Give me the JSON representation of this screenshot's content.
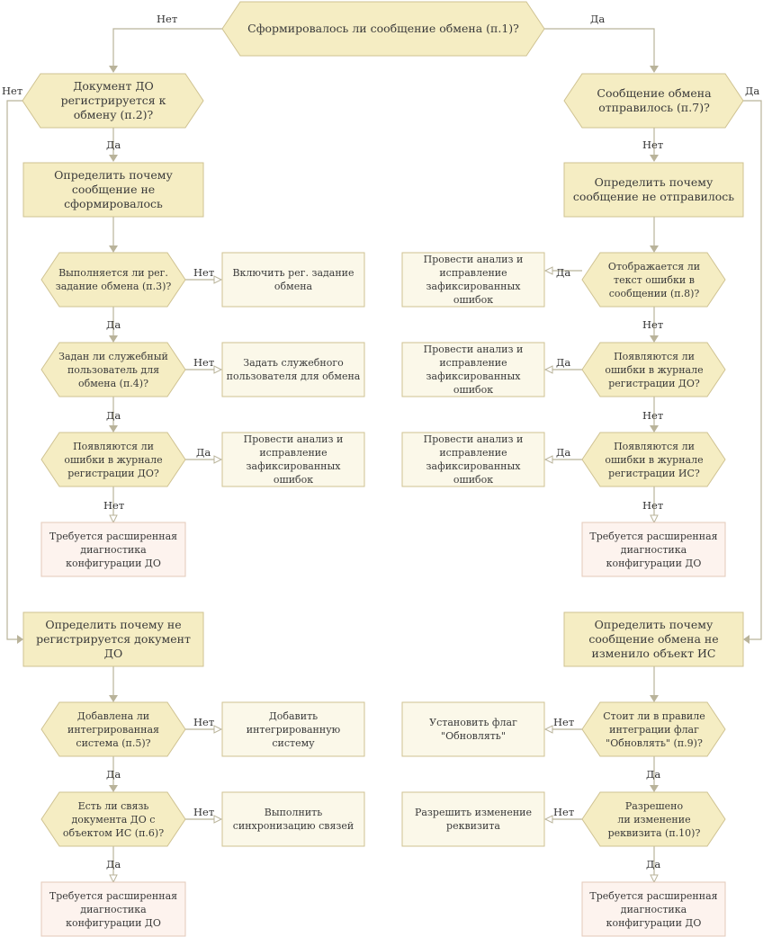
{
  "nodes": {
    "q1": "Сформировалось ли сообщение обмена (п.1)?",
    "q2": "Документ ДО\nрегистрируется к\nобмену (п.2)?",
    "q7": "Сообщение обмена\nотправилось (п.7)?",
    "p_not_formed": "Определить почему\nсообщение не сформировалось",
    "p_not_sent": "Определить почему\nсообщение не отправилось",
    "q3": "Выполняется ли рег.\nзадание обмена (п.3)?",
    "a_enable_task": "Включить рег. задание\nобмена",
    "q4": "Задан ли служебный\nпользователь для\nобмена (п.4)?",
    "a_set_user": "Задать служебного\nпользователя для обмена",
    "q_left_errors_do": "Появляются ли\nошибки в журнале\nрегистрации ДО?",
    "a_left_analyze": "Провести анализ и\nисправление\nзафиксированных ошибок",
    "d_left_1": "Требуется расширенная\nдиагностика\nконфигурации ДО",
    "q8": "Отображается ли\nтекст ошибки в\nсообщении (п.8)?",
    "a_r1_analyze": "Провести анализ и\nисправление\nзафиксированных ошибок",
    "q_right_errors_do": "Появляются ли\nошибки в журнале\nрегистрации ДО?",
    "a_r2_analyze": "Провести анализ и\nисправление\nзафиксированных ошибок",
    "q_right_errors_is": "Появляются ли\nошибки в журнале\nрегистрации ИС?",
    "a_r3_analyze": "Провести анализ и\nисправление\nзафиксированных ошибок",
    "d_right_1": "Требуется расширенная\nдиагностика\nконфигурации ДО",
    "p_not_registered": "Определить почему не\nрегистрируется документ ДО",
    "p_not_changed": "Определить почему\nсообщение обмена не\nизменило объект ИС",
    "q5": "Добавлена ли\nинтегрированная\nсистема (п.5)?",
    "a_add_system": "Добавить\nинтегрированную\nсистему",
    "q6": "Есть ли связь\nдокумента ДО с\nобъектом ИС (п.6)?",
    "a_sync": "Выполнить\nсинхронизацию связей",
    "d_left_2": "Требуется расширенная\nдиагностика\nконфигурации ДО",
    "q9": "Стоит ли в правиле\nинтеграции флаг\n\"Обновлять\" (п.9)?",
    "a_set_flag": "Установить флаг\n\"Обновлять\"",
    "q10": "Разрешено\nли изменение\nреквизита (п.10)?",
    "a_allow_change": "Разрешить изменение\nреквизита",
    "d_right_2": "Требуется расширенная\nдиагностика\nконфигурации ДО"
  },
  "edges": {
    "q1_no": "Нет",
    "q1_yes": "Да",
    "q2_no": "Нет",
    "q2_yes": "Да",
    "q7_yes": "Да",
    "q7_no": "Нет",
    "q3_no": "Нет",
    "q3_yes": "Да",
    "q4_no": "Нет",
    "q4_yes": "Да",
    "ql_yes": "Да",
    "ql_no": "Нет",
    "q8_yes": "Да",
    "q8_no": "Нет",
    "qrdo_yes": "Да",
    "qrdo_no": "Нет",
    "qris_yes": "Да",
    "qris_no": "Нет",
    "q5_no": "Нет",
    "q5_yes": "Да",
    "q6_no": "Нет",
    "q6_yes": "Да",
    "q9_no": "Нет",
    "q9_yes": "Да",
    "q10_no": "Нет",
    "q10_yes": "Да"
  }
}
